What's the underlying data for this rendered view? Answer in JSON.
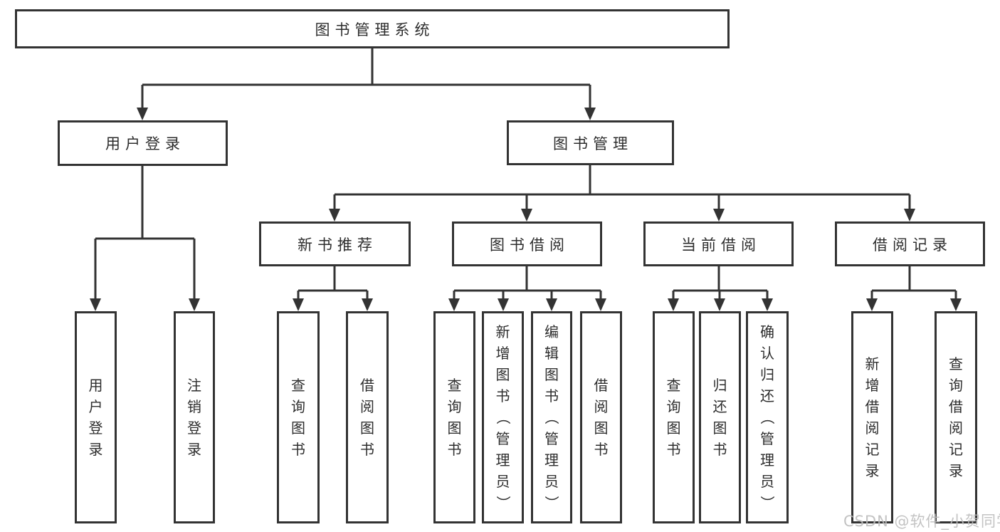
{
  "tree": {
    "root": {
      "label": "图书管理系统",
      "children": [
        {
          "label": "用户登录",
          "children": [
            {
              "label": "用户登录"
            },
            {
              "label": "注销登录"
            }
          ]
        },
        {
          "label": "图书管理",
          "children": [
            {
              "label": "新书推荐",
              "children": [
                {
                  "label": "查询图书"
                },
                {
                  "label": "借阅图书"
                }
              ]
            },
            {
              "label": "图书借阅",
              "children": [
                {
                  "label": "查询图书"
                },
                {
                  "label": "新增图书（管理员）"
                },
                {
                  "label": "编辑图书（管理员）"
                },
                {
                  "label": "借阅图书"
                }
              ]
            },
            {
              "label": "当前借阅",
              "children": [
                {
                  "label": "查询图书"
                },
                {
                  "label": "归还图书"
                },
                {
                  "label": "确认归还（管理员）"
                }
              ]
            },
            {
              "label": "借阅记录",
              "children": [
                {
                  "label": "新增借阅记录"
                },
                {
                  "label": "查询借阅记录"
                }
              ]
            }
          ]
        }
      ]
    }
  },
  "watermark": {
    "text": "CSDN @软件_小贺同学"
  },
  "colors": {
    "line": "#333333",
    "box_border": "#333333",
    "text": "#2d2d2d",
    "background": "#ffffff",
    "watermark": "#bdbdbd"
  }
}
